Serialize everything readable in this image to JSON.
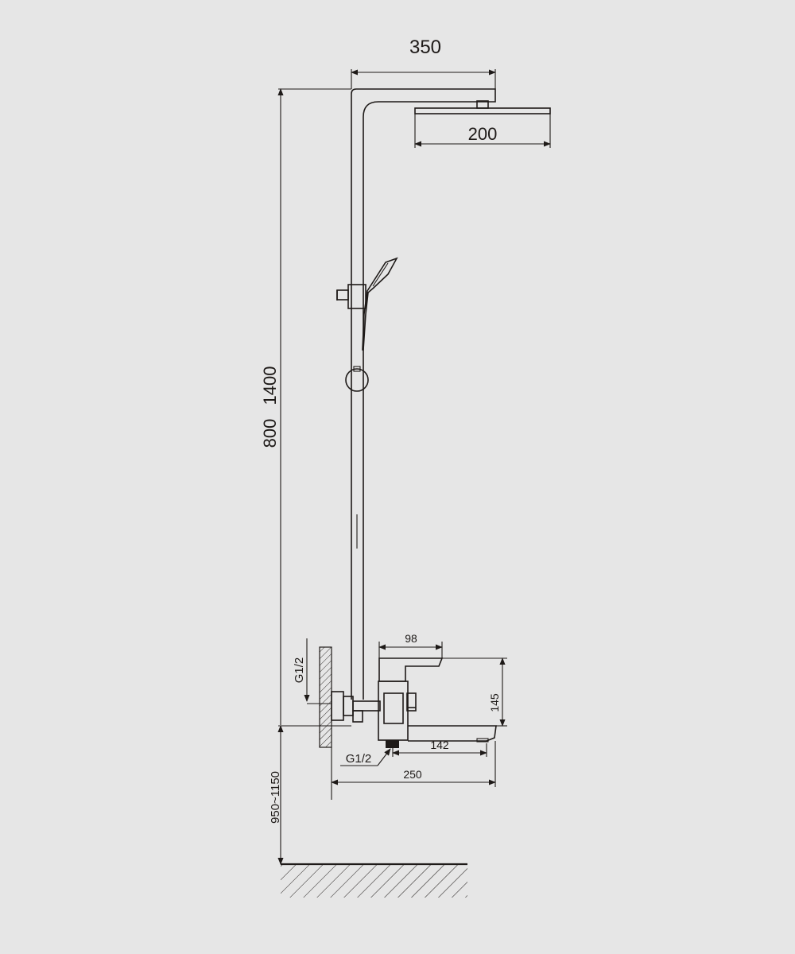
{
  "colors": {
    "background": "#e6e6e6",
    "line": "#1e1a18"
  },
  "dimensions": {
    "arm_projection": "350",
    "head_width": "200",
    "total_height": "1400",
    "rail_height": "800",
    "mixer_height_range": "950~1150",
    "mixer_body_width": "98",
    "mixer_height": "145",
    "spout_length": "142",
    "mixer_projection": "250",
    "inlet_thread_top": "G1/2",
    "inlet_thread_bottom": "G1/2"
  }
}
